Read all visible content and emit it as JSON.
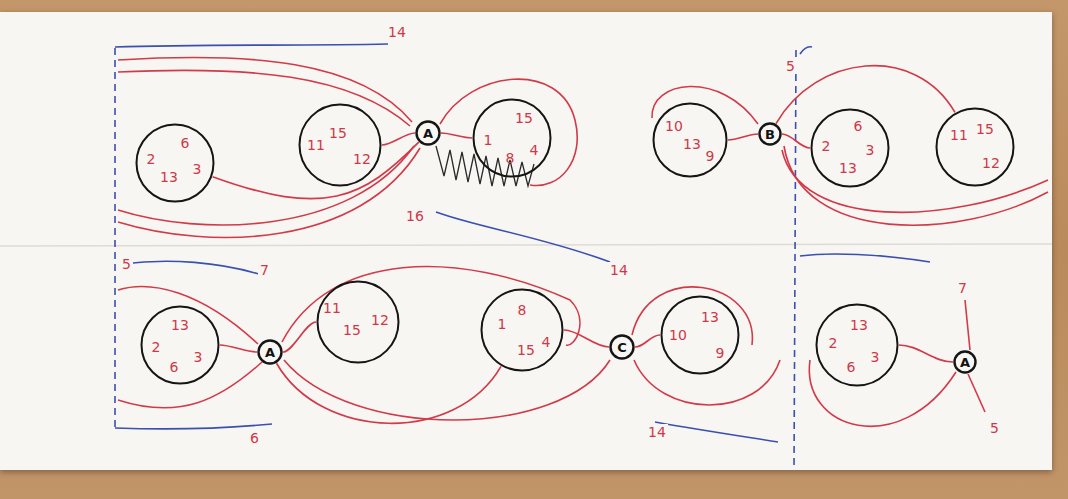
{
  "diagram": {
    "nodes": [
      {
        "text": [
          "2",
          "6",
          "13",
          "3"
        ]
      },
      {
        "text": [
          "11",
          "15",
          "12"
        ]
      },
      {
        "text": [
          "A"
        ]
      },
      {
        "text": [
          "1",
          "15",
          "4",
          "8"
        ]
      },
      {
        "text": [
          "10",
          "13",
          "9"
        ]
      },
      {
        "text": [
          "B"
        ]
      },
      {
        "text": [
          "6",
          "2",
          "3",
          "13"
        ]
      },
      {
        "text": [
          "11",
          "15",
          "12"
        ]
      },
      {
        "text": [
          "13",
          "2",
          "6",
          "3"
        ]
      },
      {
        "text": [
          "A"
        ]
      },
      {
        "text": [
          "11",
          "15",
          "12"
        ]
      },
      {
        "text": [
          "8",
          "1",
          "4",
          "15"
        ]
      },
      {
        "text": [
          "C"
        ]
      },
      {
        "text": [
          "13",
          "10",
          "9"
        ]
      },
      {
        "text": [
          "13",
          "2",
          "6",
          "3"
        ]
      },
      {
        "text": [
          "A"
        ]
      }
    ],
    "edges": [
      {
        "from": 2,
        "to": 0,
        "arrow": "none"
      },
      {
        "from": 2,
        "to": 1,
        "arrow": "none"
      },
      {
        "from": 2,
        "to": 3,
        "arrow": "none"
      },
      {
        "from": 5,
        "to": 4,
        "arrow": "none"
      },
      {
        "from": 5,
        "to": 6,
        "arrow": "none"
      },
      {
        "from": 5,
        "to": 7,
        "arrow": "none"
      },
      {
        "from": 9,
        "to": 8,
        "arrow": "none"
      },
      {
        "from": 9,
        "to": 10,
        "arrow": "none"
      },
      {
        "from": 9,
        "to": 11,
        "arrow": "none"
      },
      {
        "from": 12,
        "to": 11,
        "arrow": "none"
      },
      {
        "from": 12,
        "to": 13,
        "arrow": "none"
      },
      {
        "from": 15,
        "to": 14,
        "arrow": "none"
      }
    ],
    "labels": [
      "14",
      "16",
      "5",
      "5",
      "7",
      "6",
      "14",
      "14",
      "7",
      "5"
    ]
  }
}
